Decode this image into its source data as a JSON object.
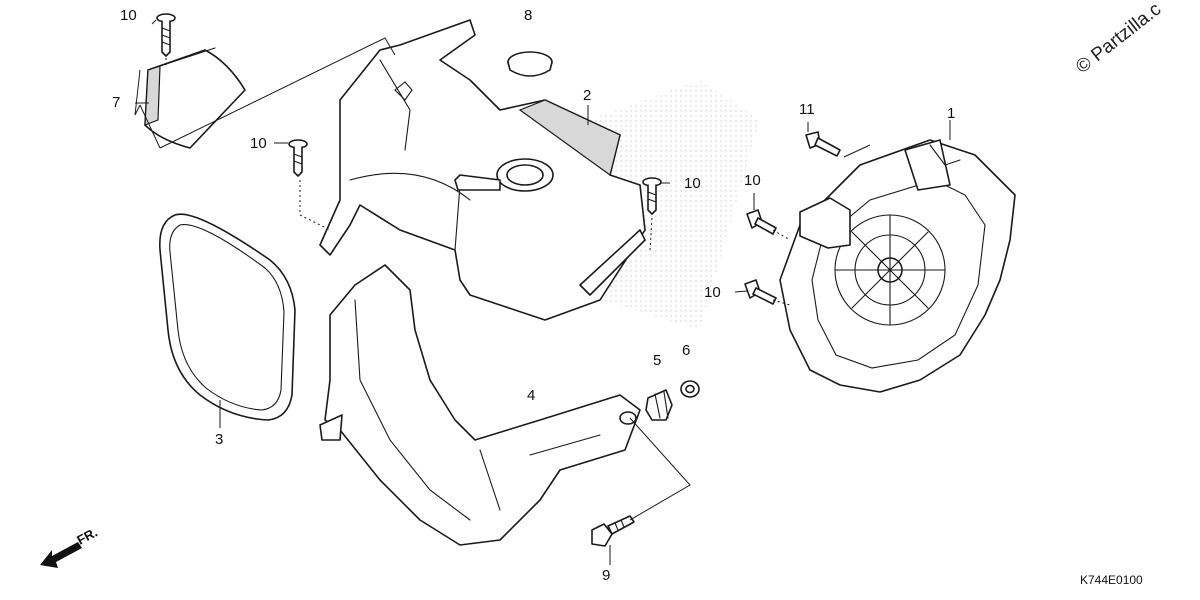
{
  "watermark": "© Partzilla.c",
  "diagram_code": "K744E0100",
  "direction_label": "FR.",
  "callouts": {
    "c1": "1",
    "c2": "2",
    "c3": "3",
    "c4": "4",
    "c5": "5",
    "c6": "6",
    "c7": "7",
    "c8": "8",
    "c9": "9",
    "c10a": "10",
    "c10b": "10",
    "c10c": "10",
    "c10d": "10",
    "c10e": "10",
    "c11": "11"
  },
  "colors": {
    "line": "#1a1a1a",
    "background": "#ffffff",
    "shade": "#d8d8d8"
  }
}
